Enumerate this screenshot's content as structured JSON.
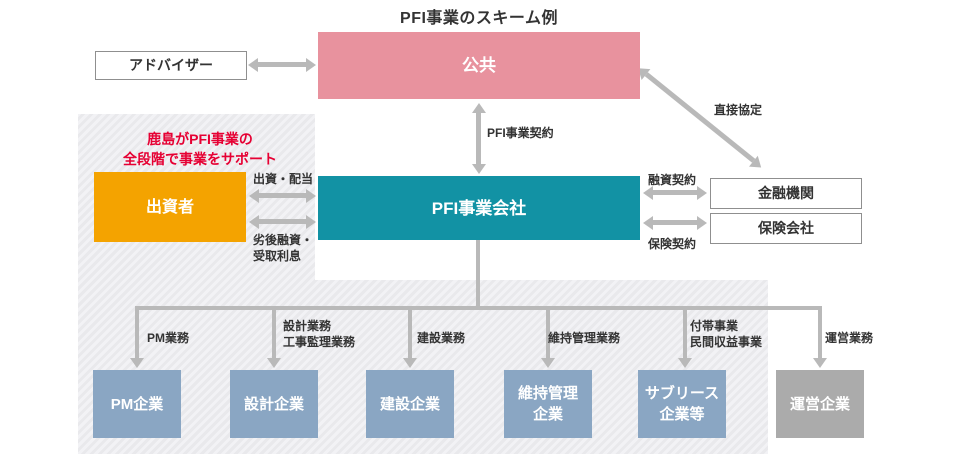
{
  "title": "PFI事業のスキーム例",
  "support_note": {
    "text": "鹿島がPFI事業の\n全段階で事業をサポート",
    "color": "#e60033"
  },
  "nodes": {
    "public": {
      "label": "公共",
      "color": "#e8929e"
    },
    "advisor": {
      "label": "アドバイザー",
      "color": "#ffffff"
    },
    "pfi_company": {
      "label": "PFI事業会社",
      "color": "#1292a4"
    },
    "investor": {
      "label": "出資者",
      "color": "#f4a300"
    },
    "financial_institution": {
      "label": "金融機関",
      "color": "#ffffff"
    },
    "insurance_company": {
      "label": "保険会社",
      "color": "#ffffff"
    },
    "pm_company": {
      "label": "PM企業",
      "color": "#8aa6c3"
    },
    "design_company": {
      "label": "設計企業",
      "color": "#8aa6c3"
    },
    "construction_company": {
      "label": "建設企業",
      "color": "#8aa6c3"
    },
    "maintenance_company": {
      "label": "維持管理\n企業",
      "color": "#8aa6c3"
    },
    "sublease_company": {
      "label": "サブリース\n企業等",
      "color": "#8aa6c3"
    },
    "operating_company": {
      "label": "運営企業",
      "color": "#ababab"
    }
  },
  "edge_labels": {
    "pfi_contract": "PFI事業契約",
    "direct_agreement": "直接協定",
    "investment_dividend": "出資・配当",
    "subordinated_loan": "劣後融資・\n受取利息",
    "loan_contract": "融資契約",
    "insurance_contract": "保険契約",
    "pm_work": "PM業務",
    "design_work": "設計業務\n工事監理業務",
    "construction_work": "建設業務",
    "maintenance_work": "維持管理業務",
    "ancillary_work": "付帯事業\n民間収益事業",
    "operation_work": "運営業務"
  },
  "colors": {
    "arrow": "#b9b9b9",
    "hatch_base": "#e9e9ec",
    "hatch_stripe": "#f2f2f5",
    "text": "#333333",
    "note_red": "#e60033"
  }
}
